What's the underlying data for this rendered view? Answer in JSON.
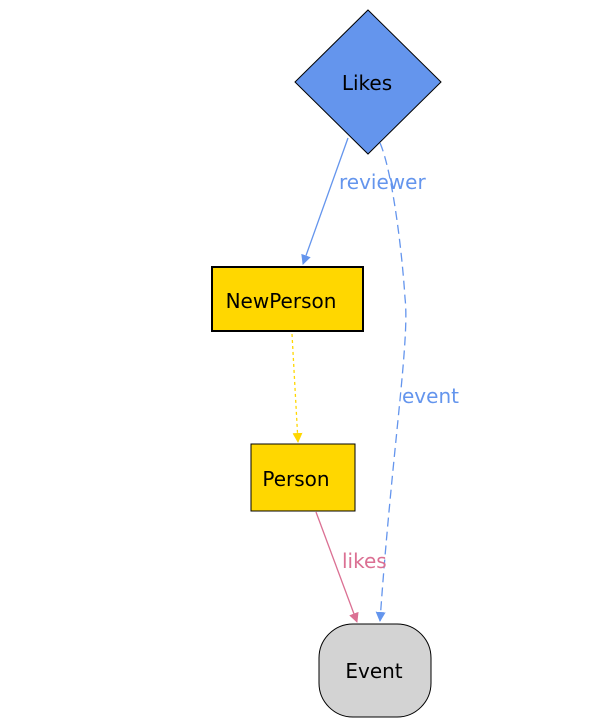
{
  "colors": {
    "background": "#ffffff",
    "likes_node_fill": "#6495ed",
    "person_node_fill": "#ffd700",
    "event_node_fill": "#d3d3d3",
    "node_stroke": "#000000",
    "reviewer_edge": "#6495ed",
    "event_edge": "#6495ed",
    "inheritance_edge": "#ffd700",
    "likes_edge": "#db7093"
  },
  "nodes": {
    "likes": {
      "label": "Likes",
      "shape": "diamond"
    },
    "new_person": {
      "label": "NewPerson",
      "shape": "rectangle"
    },
    "person": {
      "label": "Person",
      "shape": "rectangle"
    },
    "event": {
      "label": "Event",
      "shape": "rounded-rectangle"
    }
  },
  "edges": {
    "reviewer": {
      "label": "reviewer",
      "from": "Likes",
      "to": "NewPerson",
      "style": "solid"
    },
    "event": {
      "label": "event",
      "from": "Likes",
      "to": "Event",
      "style": "dashed"
    },
    "inherits": {
      "label": "",
      "from": "NewPerson",
      "to": "Person",
      "style": "dotted"
    },
    "likes": {
      "label": "likes",
      "from": "Person",
      "to": "Event",
      "style": "solid"
    }
  }
}
